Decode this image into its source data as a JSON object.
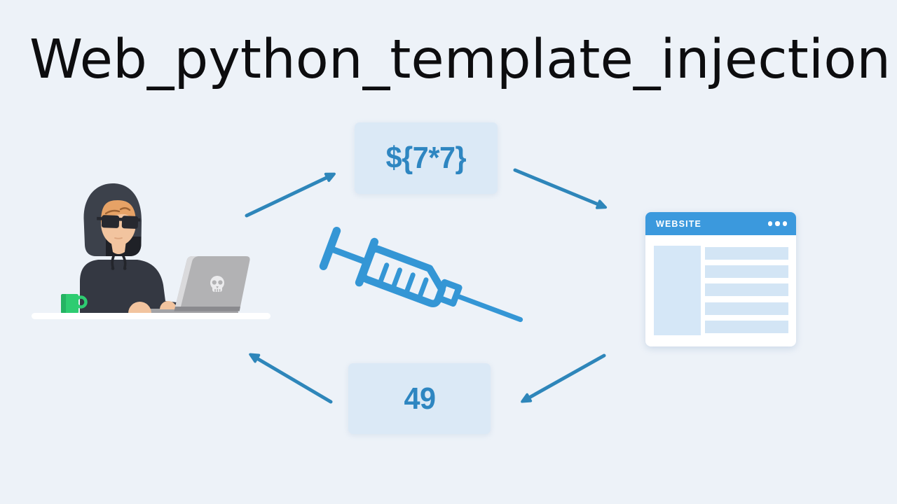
{
  "title": {
    "text": "Web_python_template_injection"
  },
  "palette": {
    "bg": "#edf2f8",
    "title-color": "#0d0d0f",
    "accent-blue": "#2e86c1",
    "arrow-blue": "#2e86ba",
    "syringe-blue": "#3496d5",
    "header-blue": "#3b99dd",
    "box-fill": "#dbe9f6",
    "panel-fill": "#d5e7f7",
    "bar-fill": "#d3e5f5",
    "desk-white": "#ffffff",
    "hoodie": "#343842",
    "hood": "#3c414b",
    "hood-inner": "#1f2127",
    "skin": "#f2c49f",
    "skin-shadow": "#dda57e",
    "hair": "#e6a266",
    "hair-stroke": "#9c6233",
    "glasses": "#26282f",
    "mug-green": "#2ecc71",
    "mug-green-dark": "#25b363",
    "laptop-lid": "#b2b2b4",
    "laptop-edge": "#dadadc",
    "laptop-base": "#a3a3a6",
    "laptop-under": "#8a8a8e",
    "skull-white": "#ebebed"
  },
  "diagram": {
    "payload_box": {
      "label": "${7*7}"
    },
    "result_box": {
      "label": "49"
    },
    "website": {
      "title": "WEBSITE",
      "menu_dots": 3,
      "content_bars": 5
    },
    "arrows": [
      {
        "name": "arrow-hacker-to-payload",
        "from": "hacker",
        "to": "payload-box"
      },
      {
        "name": "arrow-payload-to-website",
        "from": "payload-box",
        "to": "website"
      },
      {
        "name": "arrow-website-to-result",
        "from": "website",
        "to": "result-box"
      },
      {
        "name": "arrow-result-to-hacker",
        "from": "result-box",
        "to": "hacker"
      }
    ]
  }
}
